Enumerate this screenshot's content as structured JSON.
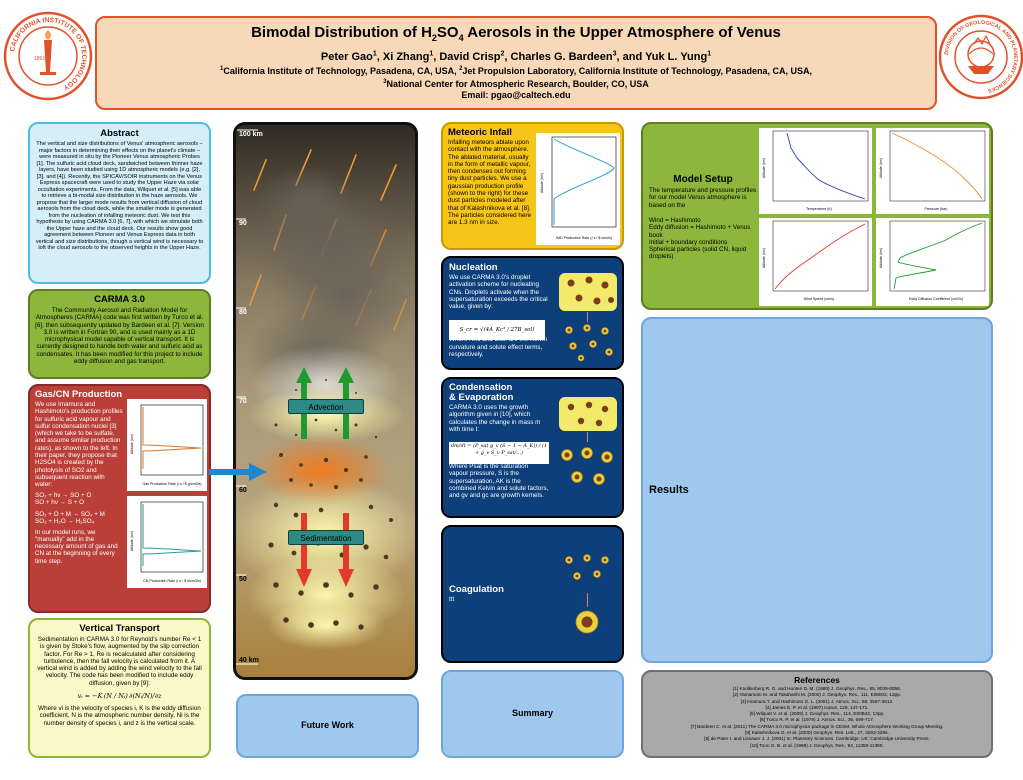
{
  "header": {
    "title_main": "Bimodal Distribution of H",
    "title_sub2": "2",
    "title_so": "SO",
    "title_sub4": "4",
    "title_rest": " Aerosols in the Upper Atmosphere of Venus",
    "authors": [
      {
        "name": "Peter Gao",
        "sup": "1",
        "sep": ", "
      },
      {
        "name": "Xi Zhang",
        "sup": "1",
        "sep": ", "
      },
      {
        "name": "David Crisp",
        "sup": "2",
        "sep": ", "
      },
      {
        "name": "Charles G. Bardeen",
        "sup": "3",
        "sep": ", and "
      },
      {
        "name": "Yuk L. Yung",
        "sup": "1",
        "sep": ""
      }
    ],
    "aff1_sup": "1",
    "aff1": "California Institute of Technology, Pasadena, CA, USA, ",
    "aff2_sup": "2",
    "aff2": "Jet Propulsion Laboratory, California Institute of Technology, Pasadena, CA, USA,",
    "aff3_sup": "3",
    "aff3": "National Center for Atmospheric Research, Boulder, CO, USA",
    "email": "Email: pgao@caltech.edu"
  },
  "logo_left": {
    "ring_text": "CALIFORNIA INSTITUTE OF TECHNOLOGY",
    "year": "1891"
  },
  "logo_right": {
    "ring_text": "DIVISION OF GEOLOGICAL AND PLANETARY SCIENCES"
  },
  "abstract": {
    "title": "Abstract",
    "text": "The vertical and size distributions of Venus' atmospheric aerosols – major factors in determining their effects on the planet's climate – were measured in situ by the Pioneer Venus atmospheric Probes [1]. The sulfuric acid cloud deck, sandwiched between thinner haze layers, have been studied using 1D atmospheric models (e.g. [2], [3], and [4]). Recently, the SPICAV/SOIR instruments on the Venus Express spacecraft were used to study the Upper Haze via solar occultation experiments. From the data, Wilquet et al. [5] was able to retrieve a bi-modal size distribution in the haze aerosols. We propose that the larger mode results from vertical diffusion of cloud aerosols from the cloud deck, while the smaller mode is generated from the nucleation of infalling meteoric dust. We test this hypothesis by using CARMA 3.0 [6, 7], with which we simulate both the Upper haze and the cloud deck. Our results show good agreement between Pioneer and Venus Express data in both vertical and size distributions, though a vertical wind is necessary to loft the cloud aerosols to the observed heights in the Upper Haze."
  },
  "carma": {
    "title": "CARMA 3.0",
    "text": "The Community Aerosol and Radiation Model for Atmospheres (CARMA) code was first written by Turco et al. [6], then subsequently updated by Bardeen et al. [7]. Version 3.0 is written in Fortran 90, and is used mainly as a 1D microphysical model capable of vertical transport. It is currently designed to handle both water and sulfuric acid as condensates. It has been modified for this project to include eddy diffusion and gas transport."
  },
  "gascn": {
    "title": "Gas/CN Production",
    "text": "We use Imamura and Hashimoto's production profiles for sulfuric acid vapour and sulfur condensation nuclei [3] (which we take to be sulfate, and assume similar production rates), as shown to the left. In their paper, they propose that H2SO4 is created by the photolysis of SO2 and subsequent reaction with water:",
    "eq1a": "SO₂ + hν → SO + O",
    "eq1b": "SO + hν → S + O",
    "eq2a": "SO₂ + O + M → SO₃ + M",
    "eq2b": "SO₃ + H₂O → H₂SO₄",
    "text2": "In our model runs, we \"manually\" add in the necessary amount of gas and CN at the beginning of every time step.",
    "plot1_xlabel": "Gas Production Rate (/ s / $ g/cm3/s)",
    "plot2_xlabel": "CN Production Rate (/ s / $ #/cm3/s)",
    "plot_ylabel": "Altitude (km)"
  },
  "vertical": {
    "title": "Vertical Transport",
    "text": "Sedimentation in CARMA 3.0 for Reynold's number Re < 1 is given by Stoke's flow, augmented by the slip correction factor. For Re > 1, Re is recalculated after considering turbulence, then the fall velocity is calculated from it. A vertical wind is added by adding the wind velocity to the fall velocity. The code has been modified to include eddy diffusion, given by [9]:",
    "eq": "vᵢ = −K (N / Nᵢ) ∂(Nᵢ/N)/∂z",
    "text2": "Where vi is the velocity of species i, K is the eddy diffusion coefficient, N is the atmospheric number density, Ni is the number density of species i, and z is the vertical scale."
  },
  "column": {
    "labels": [
      "100 km",
      "90",
      "80",
      "70",
      "60",
      "50",
      "40 km"
    ],
    "advection": "Advection",
    "sedimentation": "Sedimentation"
  },
  "meteoric": {
    "title": "Meteoric Infall",
    "text": "Infalling meteors ablate upon contact with the atmosphere. The ablated material, usually in the form of metallic vapour, then condenses out forming tiny dust particles. We use a gaussian production profile (shown to the right) for these dust particles modeled after that of Kalashnikova et al. [8]. The particles considered here are 1.3 nm in size.",
    "plot_xlabel": "IMD Production Rate (/ s / $ ions/s)",
    "plot_ylabel": "Altitude (km)"
  },
  "nucleation": {
    "title": "Nucleation",
    "text": "We use CARMA 3.0's droplet activation scheme for nucleating CNs. Droplets activate when the supersaturation exceeds the critical value, given by:",
    "eq": "S_cr = √(4A_Kc³ / 27B_sol)",
    "text2": "Where AKc and Bsol are the Kelvin curvature and solute effect terms, respectively."
  },
  "condensation": {
    "title_l1": "Condensation",
    "title_l2": "& Evaporation",
    "text": "CARMA 3.0 uses the growth algorithm given in [10], which calculates the change in mass m with time t:",
    "eq": "dm/dt = (P_sat g_v (S − 1 − A_K)) / (1 + g_v S_v P_sat/...)",
    "text2": "Where Psat is the saturation vapour pressure, S is the supersaturation, AK is the combined Kelvin and solute factors, and gv and gc are growth kernels."
  },
  "coagulation": {
    "title": "Coagulation",
    "text": "ttt"
  },
  "model_setup": {
    "title": "Model Setup",
    "intro": "The temperature and pressure profiles for our model Venus atmosphere is based on the",
    "lines": [
      "Wind = Hashimoto",
      "Eddy diffusion = Hashimoto + Venus book",
      "Initial + boundary conditions",
      "Spherical particles (solid CN, liquid droplets)"
    ],
    "plots": [
      {
        "xlabel": "Temperature (K)",
        "ylabel": "Altitude (km)"
      },
      {
        "xlabel": "Pressure (bar)",
        "ylabel": "Altitude (km)"
      },
      {
        "xlabel": "Wind Speed (cm/s)",
        "ylabel": "Altitude (km)"
      },
      {
        "xlabel": "Eddy Diffusion Coefficient (cm2/s)",
        "ylabel": "Altitude (km)"
      }
    ]
  },
  "results": {
    "title": "Results"
  },
  "future": {
    "title": "Future Work"
  },
  "summary": {
    "title": "Summary"
  },
  "references": {
    "title": "References",
    "items": [
      "[1] Knollenberg R. G. and Hunten D. M. (1980) J. Geophys. Res., 85, 8039-8058.",
      "[2] Yamamoto M. and Takahashi M. (2006) J. Geophys. Res., 111, E08002, 12pp.",
      "[3] Imamura T. and Hashimoto G. L. (2001) J. Atmos. Sci., 58, 3597-3612.",
      "[4] James E. P. et al. (1997) Icarus, 129, 147-171.",
      "[5] Wilquet V. et al. (2009) J. Geophys. Res., 114, E00B42, 13pp.",
      "[6] Turco R. P. et al. (1979) J. Atmos. Sci., 36, 699-717.",
      "[7] Bardeen C. et al. (2011) The CARMA 3.0 microphysics package in CESM. Whole Atmosphere Working Group Meeting.",
      "[8] Kalashnikova O. et al. (2000) Geophys. Res. Lett., 27, 3293-3296.",
      "[9] de Pater I. and Lissauer J. J. (2001) In: Planetary Sciences. Cambridge, UK: Cambridge University Press.",
      "[10] Toon O. B. et al. (1989) J. Geophys. Res., 94, 11359-11380."
    ]
  }
}
